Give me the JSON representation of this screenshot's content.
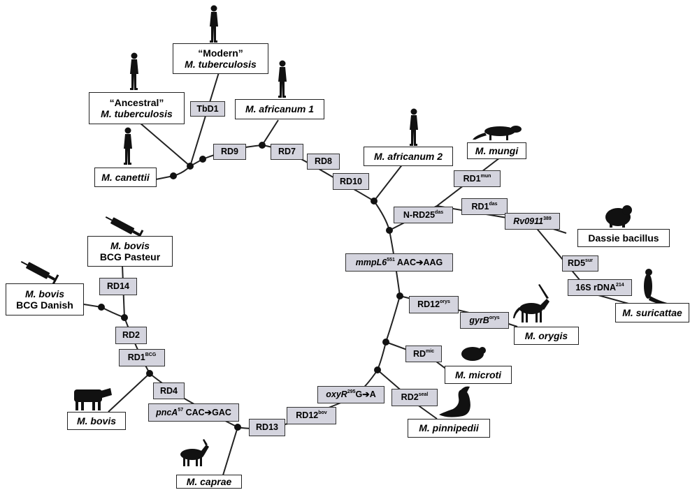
{
  "organisms": {
    "modern_tb": {
      "line1": "“Modern”",
      "line2": "M. tuberculosis"
    },
    "ancestral_tb": {
      "line1": "“Ancestral”",
      "line2": "M. tuberculosis"
    },
    "africanum1": "M. africanum 1",
    "canettii": "M. canettii",
    "africanum2": "M. africanum 2",
    "mungi": "M. mungi",
    "dassie": "Dassie bacillus",
    "suricattae": "M. suricattae",
    "orygis": "M. orygis",
    "microti": "M. microti",
    "pinnipedii": "M. pinnipedii",
    "caprae": "M. caprae",
    "bovis": "M. bovis",
    "bcg_pasteur": {
      "line1": "M. bovis",
      "line2": "BCG Pasteur"
    },
    "bcg_danish": {
      "line1": "M. bovis",
      "line2": "BCG Danish"
    }
  },
  "markers": {
    "tbd1": "TbD1",
    "rd9": "RD9",
    "rd7": "RD7",
    "rd8": "RD8",
    "rd10": "RD10",
    "rd1_mun": {
      "base": "RD1",
      "sup": "mun"
    },
    "rd1_das": {
      "base": "RD1",
      "sup": "das"
    },
    "n_rd25": {
      "base": "N-RD25",
      "sup": "das"
    },
    "rv0911": {
      "base": "Rv0911",
      "sup": "389"
    },
    "rd5_sur": {
      "base": "RD5",
      "sup": "sur"
    },
    "s16": {
      "base": "16S rDNA",
      "sup": "214"
    },
    "mmpl6": {
      "gene": "mmpL6",
      "sup": "551",
      "change": " AAC➔AAG"
    },
    "rd12_orys": {
      "base": "RD12",
      "sup": "orys"
    },
    "gyrb_orys": {
      "gene": "gyrB",
      "sup": "orys"
    },
    "rd_mic": {
      "base": "RD",
      "sup": "mic"
    },
    "rd2_seal": {
      "base": "RD2",
      "sup": "seal"
    },
    "oxyr": {
      "gene": "oxyR",
      "sup": "295",
      "change": "G➔A"
    },
    "rd12_bov": {
      "base": "RD12",
      "sup": "bov"
    },
    "rd13": "RD13",
    "pnca": {
      "gene": "pncA",
      "sup": "57",
      "change": " CAC➔GAC"
    },
    "rd4": "RD4",
    "rd1_bcg": {
      "base": "RD1",
      "sup": "BCG"
    },
    "rd2": "RD2",
    "rd14": "RD14"
  },
  "icons": [
    "human-icon",
    "mongoose-icon",
    "hyrax-icon",
    "meerkat-icon",
    "oryx-icon",
    "vole-icon",
    "seal-icon",
    "goat-icon",
    "cow-icon",
    "syringe-icon"
  ]
}
